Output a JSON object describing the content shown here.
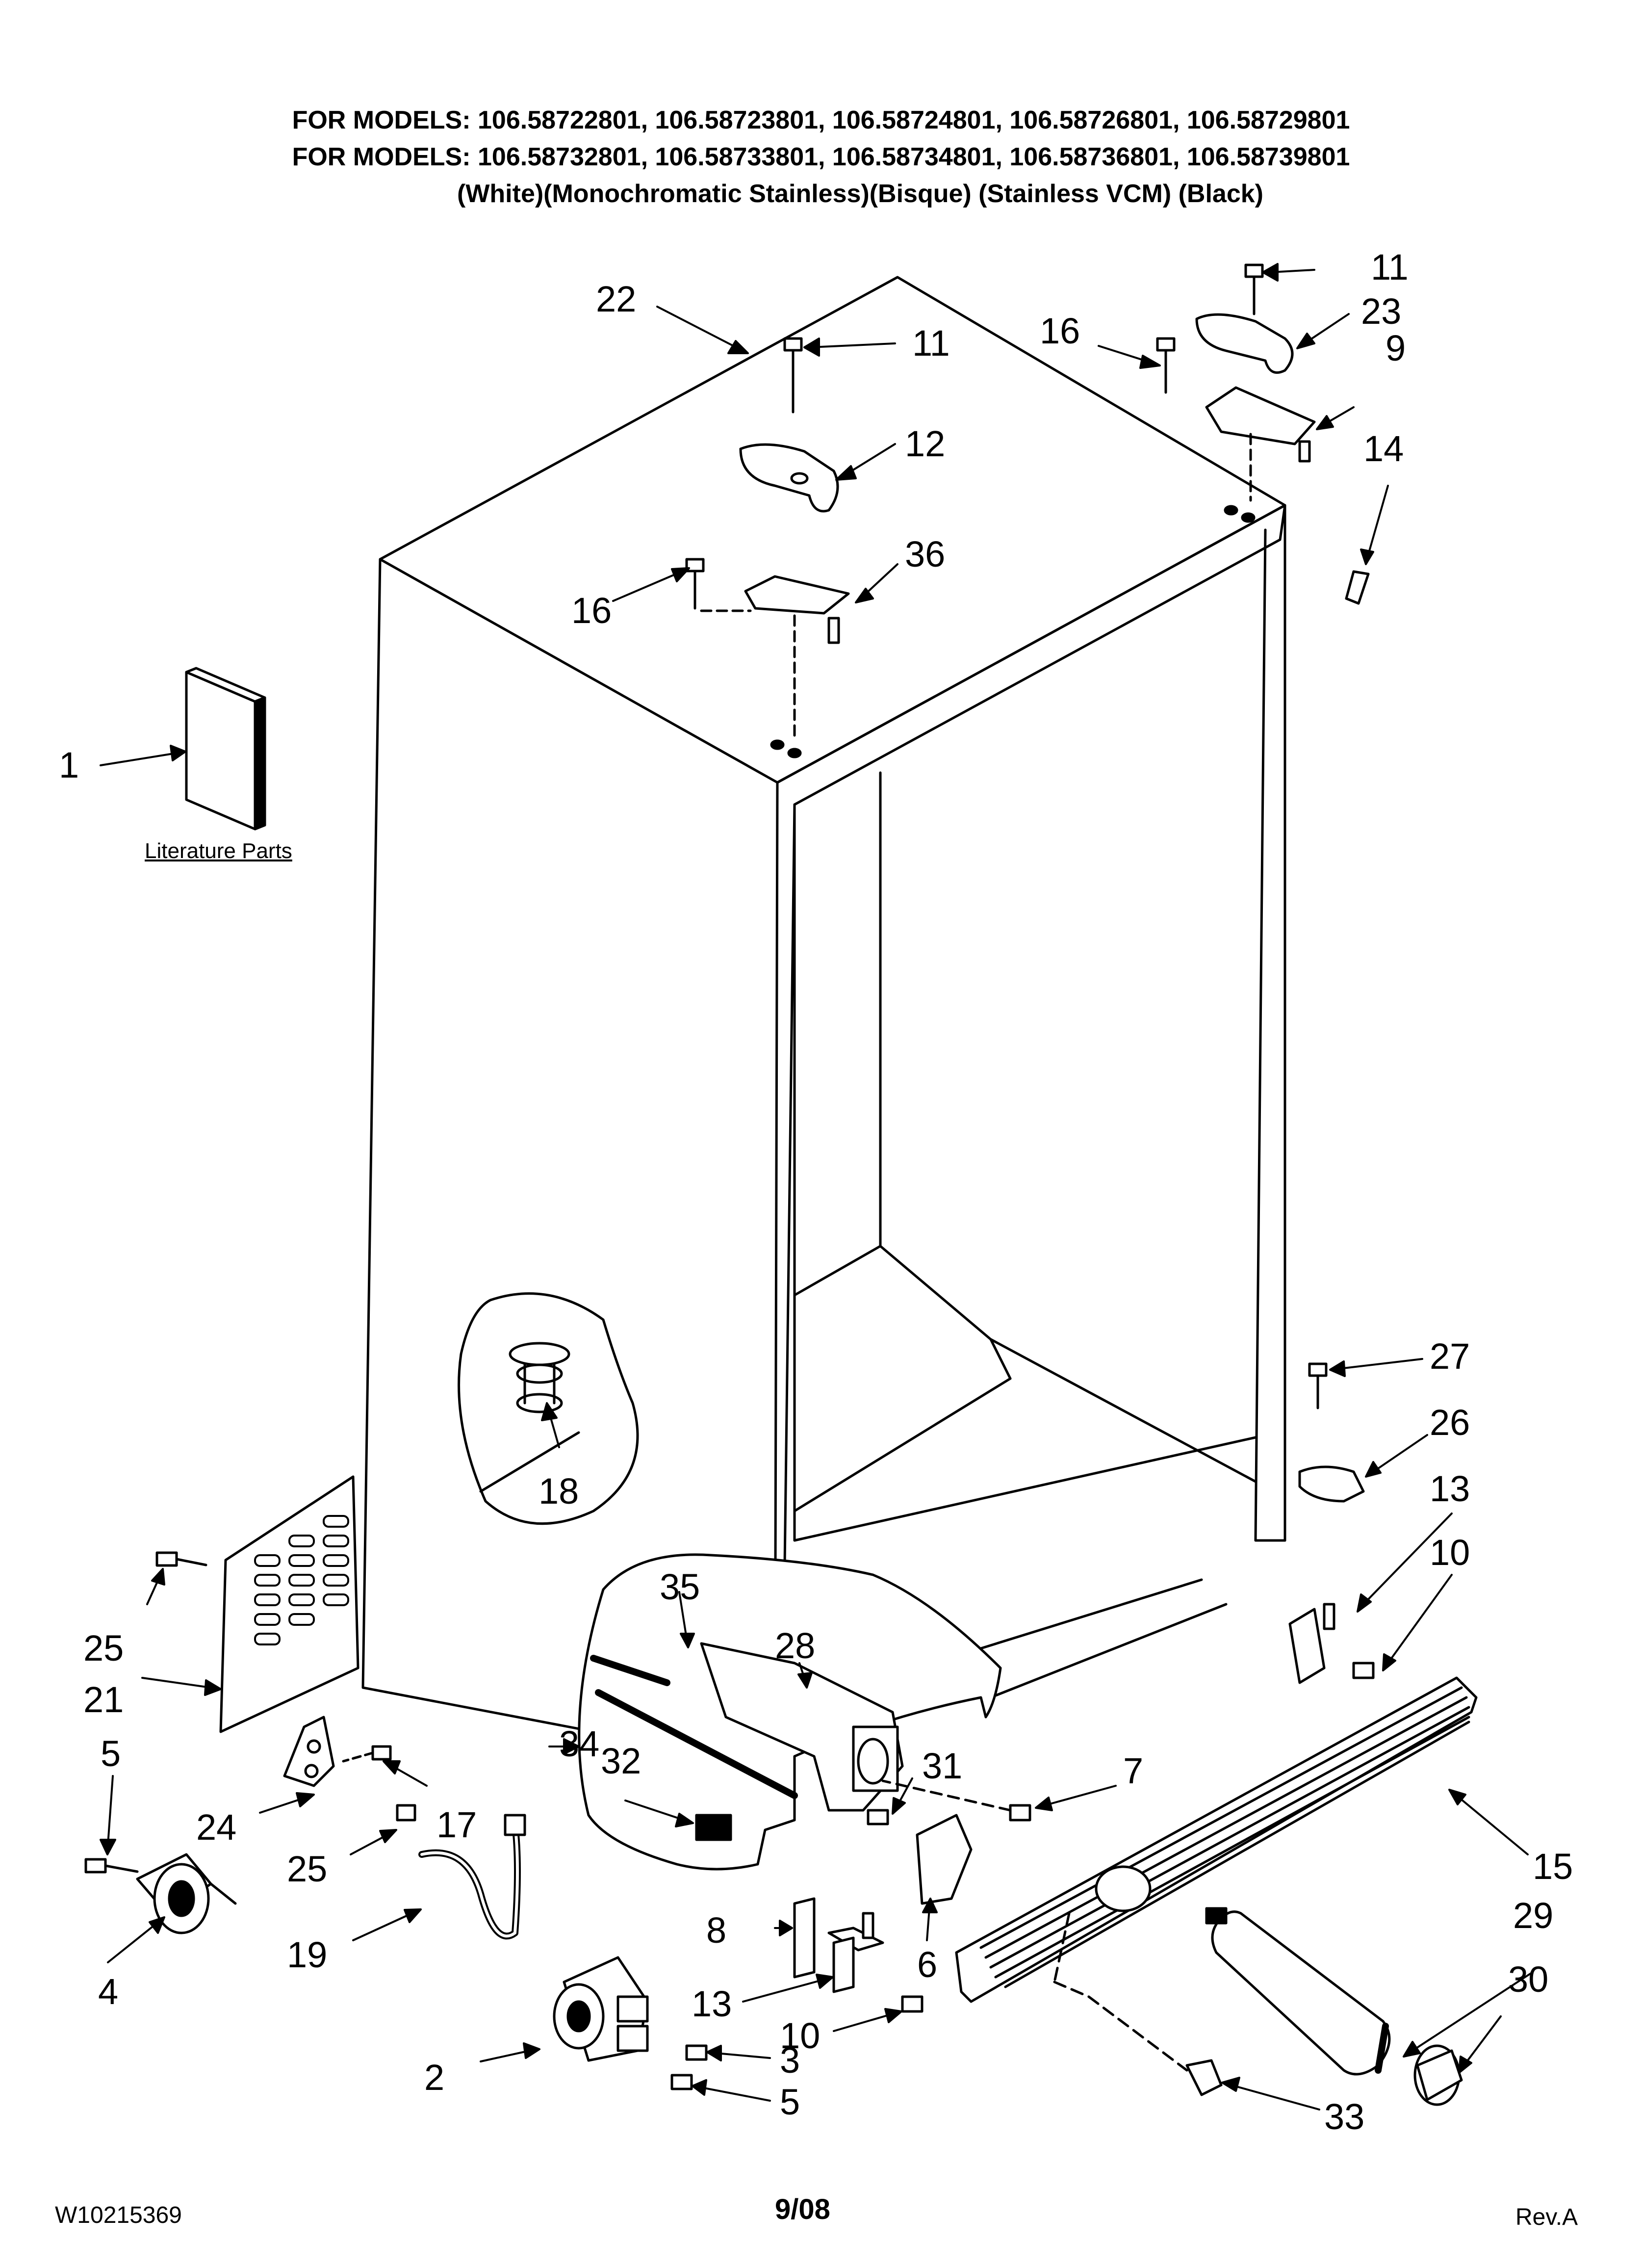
{
  "header": {
    "line1": "FOR MODELS: 106.58722801, 106.58723801, 106.58724801, 106.58726801, 106.58729801",
    "line2": "FOR MODELS: 106.58732801, 106.58733801, 106.58734801, 106.58736801, 106.58739801",
    "line3": "(White)(Monochromatic Stainless)(Bisque) (Stainless VCM)  (Black)"
  },
  "literature_label": "Literature Parts",
  "callouts": {
    "c1": "1",
    "c2": "2",
    "c3": "3",
    "c4": "4",
    "c5a": "5",
    "c5b": "5",
    "c6": "6",
    "c7": "7",
    "c8": "8",
    "c9": "9",
    "c10a": "10",
    "c10b": "10",
    "c11a": "11",
    "c11b": "11",
    "c12": "12",
    "c13a": "13",
    "c13b": "13",
    "c14": "14",
    "c15": "15",
    "c16a": "16",
    "c16b": "16",
    "c17": "17",
    "c18": "18",
    "c19": "19",
    "c21": "21",
    "c22": "22",
    "c23": "23",
    "c24": "24",
    "c25a": "25",
    "c25b": "25",
    "c26": "26",
    "c27": "27",
    "c28": "28",
    "c29": "29",
    "c30": "30",
    "c31": "31",
    "c32": "32",
    "c33": "33",
    "c34": "34",
    "c35": "35",
    "c36": "36"
  },
  "footer": {
    "doc_number": "W10215369",
    "date": "9/08",
    "revision": "Rev.A"
  }
}
